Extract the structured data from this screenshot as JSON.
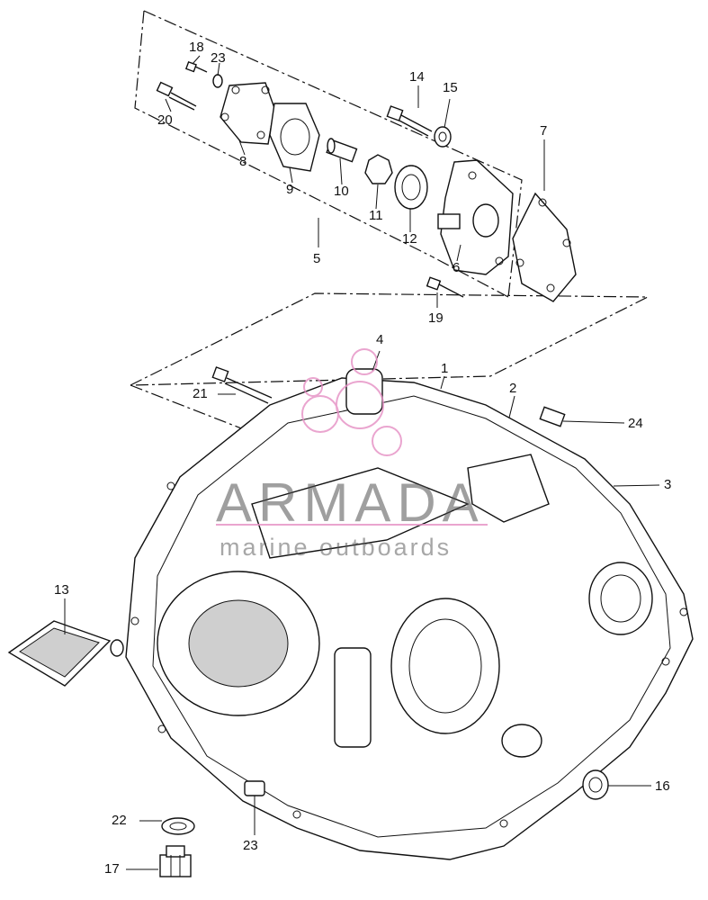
{
  "diagram": {
    "callouts": [
      {
        "id": "c1",
        "label": "1"
      },
      {
        "id": "c2",
        "label": "2"
      },
      {
        "id": "c3",
        "label": "3"
      },
      {
        "id": "c4",
        "label": "4"
      },
      {
        "id": "c5",
        "label": "5"
      },
      {
        "id": "c6",
        "label": "6"
      },
      {
        "id": "c7",
        "label": "7"
      },
      {
        "id": "c8",
        "label": "8"
      },
      {
        "id": "c9",
        "label": "9"
      },
      {
        "id": "c10",
        "label": "10"
      },
      {
        "id": "c11",
        "label": "11"
      },
      {
        "id": "c12",
        "label": "12"
      },
      {
        "id": "c13",
        "label": "13"
      },
      {
        "id": "c14",
        "label": "14"
      },
      {
        "id": "c15",
        "label": "15"
      },
      {
        "id": "c16",
        "label": "16"
      },
      {
        "id": "c17",
        "label": "17"
      },
      {
        "id": "c18",
        "label": "18"
      },
      {
        "id": "c19",
        "label": "19"
      },
      {
        "id": "c20",
        "label": "20"
      },
      {
        "id": "c21",
        "label": "21"
      },
      {
        "id": "c22",
        "label": "22"
      },
      {
        "id": "c23a",
        "label": "23"
      },
      {
        "id": "c23b",
        "label": "23"
      },
      {
        "id": "c24",
        "label": "24"
      }
    ]
  },
  "watermark": {
    "title": "ARMADA",
    "subtitle": "marine outboards",
    "logo_color": "#e58fc4"
  }
}
